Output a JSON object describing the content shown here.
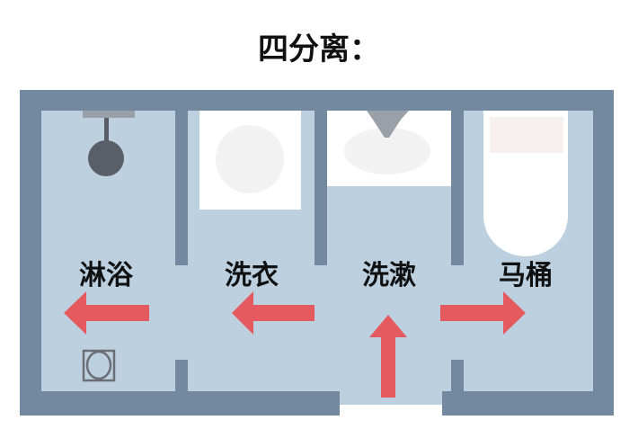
{
  "title": "四分离：",
  "zones": [
    {
      "label": "淋浴",
      "fixture": "shower-head",
      "flow": "left"
    },
    {
      "label": "洗衣",
      "fixture": "washing-machine",
      "flow": "left"
    },
    {
      "label": "洗漱",
      "fixture": "sink",
      "flow": "up"
    },
    {
      "label": "马桶",
      "fixture": "toilet",
      "flow": "right"
    }
  ],
  "colors": {
    "wall": "#7389a0",
    "floor": "#bcd0e0",
    "arrow": "#e55a5f",
    "fixture": "#ffffff",
    "fixture_gray": "#5a5e66"
  }
}
